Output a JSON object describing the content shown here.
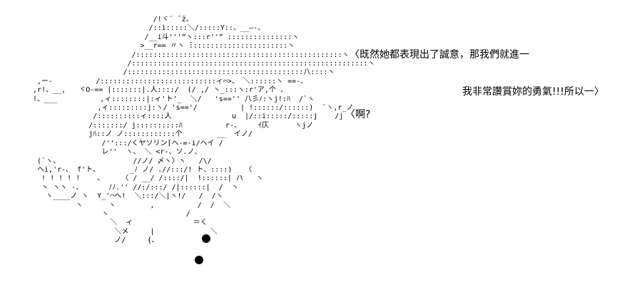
{
  "dialogue": {
    "line1": "〈既然她都表現出了誠意，那我們就進一",
    "line2": "我非常讚賞妳的勇氣!!!所以一〉",
    "ask": "〈啊?"
  },
  "art": {
    "lines": [
      "                             /!ヾ´ ̄ ̄z、",
      "                            /::i:::::＼/:::::Y::、__―-、",
      "                           /__i斗'''“ヽ:::r''“ :::::::::::::::ヽ",
      "                          >__r== 〃ヽ ̄:::::::::::::::::::::::ヽ",
      "                        /::::::::::::::::::::::::::::::::::::::::::::::::ヽ",
      "                       /:::::::::::::::::::::::::::::::::::::::::::::::::::::::ヽ",
      "                      /:::::::::::::::::::::::::::::::::::::::::八::::ヽ",
      "  ,ー-          /:::::::::::::::::::::::::::ィ⌒>、 ＼::::::ヽ ==-、",
      " ,r!、__,   ヾO-== |:::::::|.人::::/  (/ ,/ ヽ_:::ヽ:r'ア,个 、",
      " !、___          ,ィ::::::::|:ィ'ト'_  ＼/   's=='' 八彡ﾉ:ヽj!:ﾊ  /`ヽ",
      "                ,ィ:::::::::j:ヽ/ 's=='/          | !::::::/::::::)  `ヽ,r_ノ",
      "               /::::::::::ィ::::人              u  |/::i:::::/:::::j    /j",
      "              /:::::::/ j::::::::::ﾊ          r-、    ｲ仄      ヽjノ",
      "              jﾊ::ノ ノ::::::::::::个        __  イノ/",
      "                 /'':::/くヤソリン[ヘ-=-i/ヘイ /",
      "                 レ''  ヽ、 ＼ <r-、ソ.ノ、",
      "  (`ヽ、                 //ノ/ 〆ヽ〉ヽ   /\\/",
      "  ヘi,'r-、 f'ト、       _ﾉ ノ/ .//:::/! ト、::::)   〈",
      "   ! ! ! ! !    、    〈 / __/ /::::/|  !::::::| ハ   ヽ",
      "   ヽ ヽヽ -、      ﾉﾉ.'' //:/:::/ /|::::::|  /  ヽ",
      "    ヽ____ノ ヽ  Y_'⌒へ!  ＼:::/＼|ヽ!/   /  /ヽ",
      "           ヽ      ヽ        ,          /  /  ＼",
      "                 ヽ                  /",
      "                   ＼  ィ              ＝く",
      "                    ＼メ     |             ＼",
      "                    ノ/     {、"
    ]
  }
}
